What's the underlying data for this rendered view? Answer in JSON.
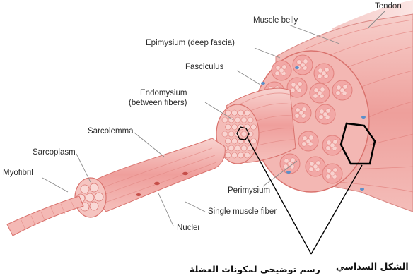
{
  "labels": {
    "tendon": "Tendon",
    "muscle_belly": "Muscle belly",
    "epimysium": "Epimysium (deep fascia)",
    "fasciculus": "Fasciculus",
    "endomysium_1": "Endomysium",
    "endomysium_2": "(between fibers)",
    "sarcolemma": "Sarcolemma",
    "sarcoplasm": "Sarcoplasm",
    "myofibril": "Myofibril",
    "perimysium": "Perimysium",
    "single_muscle_fiber": "Single muscle fiber",
    "nuclei": "Nuclei"
  },
  "captions": {
    "hexagon_shape": "الشكل السداسي",
    "diagram_caption": "رسم توضيحي لمكونات العضلة"
  },
  "colors": {
    "muscle_light": "#f6c4c0",
    "muscle_mid": "#ea8f8b",
    "muscle_dark": "#d2655f",
    "fiber_fill": "#f2a8a6",
    "leader_line": "#8a8a8a",
    "hexagon_stroke": "#000000"
  }
}
